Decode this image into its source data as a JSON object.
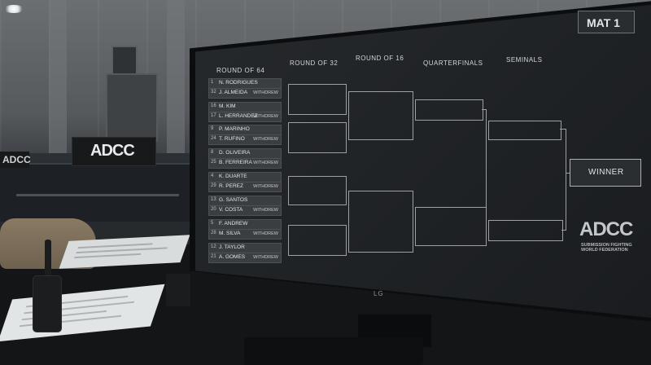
{
  "scene": {
    "mat_label": "MAT 1",
    "winner_label": "WINNER",
    "logo_text": "ADCC",
    "logo_subtitle_line1": "SUBMISSION FIGHTING",
    "logo_subtitle_line2": "WORLD FEDERATION",
    "monitor_brand": "LG",
    "banner_text": "ADCC",
    "banner_small": "ADCC"
  },
  "bracket": {
    "rounds": [
      "ROUND OF 64",
      "ROUND OF 32",
      "ROUND OF 16",
      "QUARTERFINALS",
      "SEMINALS"
    ],
    "entries": [
      {
        "seed": "1",
        "name": "N. RODRIGUES",
        "status": ""
      },
      {
        "seed": "32",
        "name": "J. ALMEIDA",
        "status": "WITHDREW"
      },
      {
        "seed": "16",
        "name": "M. KIM",
        "status": ""
      },
      {
        "seed": "17",
        "name": "L. HERRANDEZ",
        "status": "WITHDREW"
      },
      {
        "seed": "9",
        "name": "P. MARINHO",
        "status": ""
      },
      {
        "seed": "24",
        "name": "T. RUFINO",
        "status": "WITHDREW"
      },
      {
        "seed": "8",
        "name": "D. OLIVEIRA",
        "status": ""
      },
      {
        "seed": "25",
        "name": "B. FERREIRA",
        "status": "WITHDREW"
      },
      {
        "seed": "4",
        "name": "K. DUARTE",
        "status": ""
      },
      {
        "seed": "29",
        "name": "R. PEREZ",
        "status": "WITHDREW"
      },
      {
        "seed": "13",
        "name": "G. SANTOS",
        "status": ""
      },
      {
        "seed": "20",
        "name": "V. COSTA",
        "status": "WITHDREW"
      },
      {
        "seed": "5",
        "name": "F. ANDREW",
        "status": ""
      },
      {
        "seed": "28",
        "name": "M. SILVA",
        "status": "WITHDREW"
      },
      {
        "seed": "12",
        "name": "J. TAYLOR",
        "status": ""
      },
      {
        "seed": "21",
        "name": "A. GOMES",
        "status": "WITHDREW"
      }
    ]
  }
}
